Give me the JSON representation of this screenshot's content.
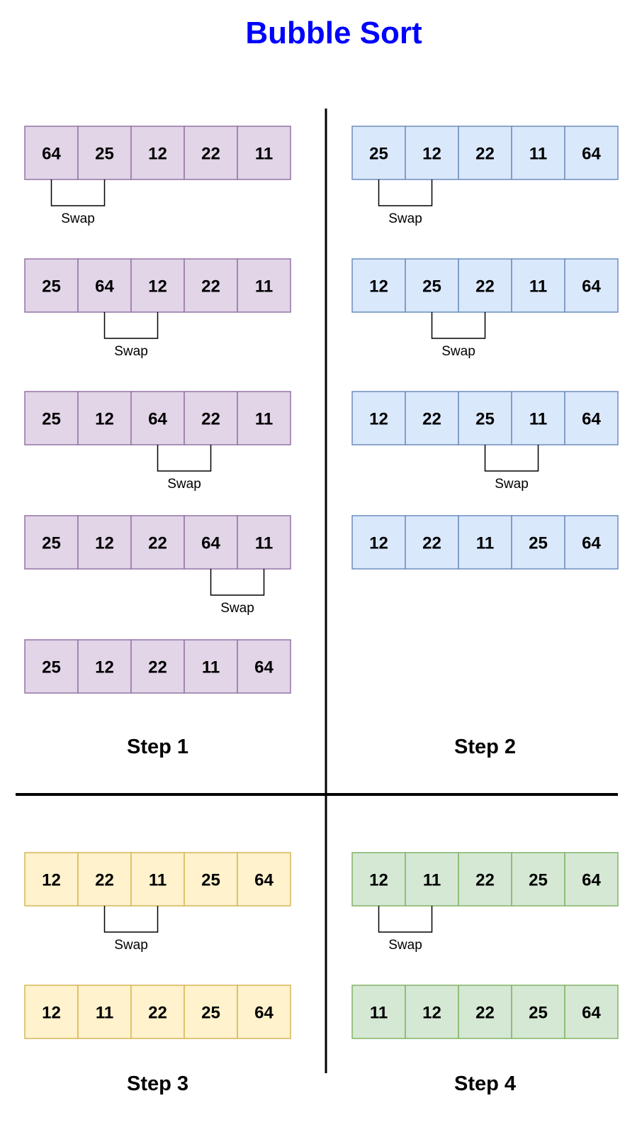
{
  "title": "Bubble Sort",
  "colors": {
    "title": "#0000ff",
    "divider": "#000000",
    "swap_bracket": "#000000",
    "purple": {
      "fill": "#e1d5e7",
      "stroke": "#9673a6"
    },
    "blue": {
      "fill": "#dae8fc",
      "stroke": "#6c8ebf"
    },
    "yellow": {
      "fill": "#fff2cc",
      "stroke": "#d6b656"
    },
    "green": {
      "fill": "#d5e8d4",
      "stroke": "#82b366"
    }
  },
  "steps": [
    {
      "label": "Step 1",
      "color": "purple",
      "rows": [
        {
          "values": [
            "64",
            "25",
            "12",
            "22",
            "11"
          ],
          "swap": [
            0,
            1
          ],
          "swap_label": "Swap"
        },
        {
          "values": [
            "25",
            "64",
            "12",
            "22",
            "11"
          ],
          "swap": [
            1,
            2
          ],
          "swap_label": "Swap"
        },
        {
          "values": [
            "25",
            "12",
            "64",
            "22",
            "11"
          ],
          "swap": [
            2,
            3
          ],
          "swap_label": "Swap"
        },
        {
          "values": [
            "25",
            "12",
            "22",
            "64",
            "11"
          ],
          "swap": [
            3,
            4
          ],
          "swap_label": "Swap"
        },
        {
          "values": [
            "25",
            "12",
            "22",
            "11",
            "64"
          ]
        }
      ]
    },
    {
      "label": "Step 2",
      "color": "blue",
      "rows": [
        {
          "values": [
            "25",
            "12",
            "22",
            "11",
            "64"
          ],
          "swap": [
            0,
            1
          ],
          "swap_label": "Swap"
        },
        {
          "values": [
            "12",
            "25",
            "22",
            "11",
            "64"
          ],
          "swap": [
            1,
            2
          ],
          "swap_label": "Swap"
        },
        {
          "values": [
            "12",
            "22",
            "25",
            "11",
            "64"
          ],
          "swap": [
            2,
            3
          ],
          "swap_label": "Swap"
        },
        {
          "values": [
            "12",
            "22",
            "11",
            "25",
            "64"
          ]
        }
      ]
    },
    {
      "label": "Step 3",
      "color": "yellow",
      "rows": [
        {
          "values": [
            "12",
            "22",
            "11",
            "25",
            "64"
          ],
          "swap": [
            1,
            2
          ],
          "swap_label": "Swap"
        },
        {
          "values": [
            "12",
            "11",
            "22",
            "25",
            "64"
          ]
        }
      ]
    },
    {
      "label": "Step 4",
      "color": "green",
      "rows": [
        {
          "values": [
            "12",
            "11",
            "22",
            "25",
            "64"
          ],
          "swap": [
            0,
            1
          ],
          "swap_label": "Swap"
        },
        {
          "values": [
            "11",
            "12",
            "22",
            "25",
            "64"
          ]
        }
      ]
    }
  ]
}
